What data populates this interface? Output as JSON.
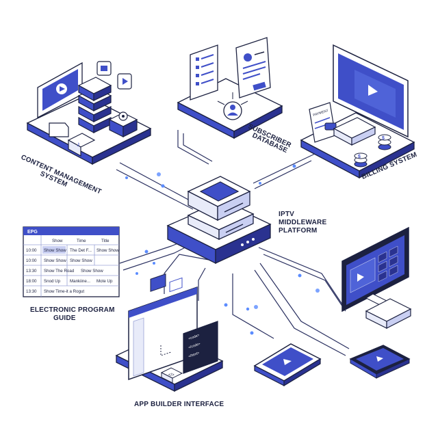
{
  "labels": {
    "cms": [
      "CONTENT MANAGEMENT",
      "SYSTEM"
    ],
    "subscriber": [
      "SUBSCRIBER",
      "DATABASE"
    ],
    "billing": "BILLING SYSTEM",
    "middleware": [
      "IPTV",
      "MIDDLEWARE",
      "PLATFORM"
    ],
    "epg": [
      "ELECTRONIC PROGRAM",
      "GUIDE"
    ],
    "app_builder": "APP BUILDER INTERFACE"
  },
  "epg_table": {
    "title": "EPG",
    "headers": [
      "",
      "Show",
      "Time",
      "Title"
    ],
    "rows": [
      [
        "10:00",
        "Show Show",
        "The Det F...",
        "Show Show"
      ],
      [
        "10:00",
        "Show Show",
        "Show Show",
        ""
      ],
      [
        "13:30",
        "Show The Road",
        "Show Show",
        ""
      ],
      [
        "18:00",
        "Snod Up",
        "Mankiine...",
        "Mote Up"
      ],
      [
        "13:30",
        "Show Time-it a Rogut",
        "",
        ""
      ]
    ]
  },
  "billing_doc_label": "PAYMENT",
  "code_lines": [
    "<code>",
    "</code>",
    "</html>"
  ],
  "colors": {
    "accent": "#3f4fc8",
    "dark": "#1c2140",
    "light": "#e8ebf9",
    "glow": "#5b8cff"
  }
}
